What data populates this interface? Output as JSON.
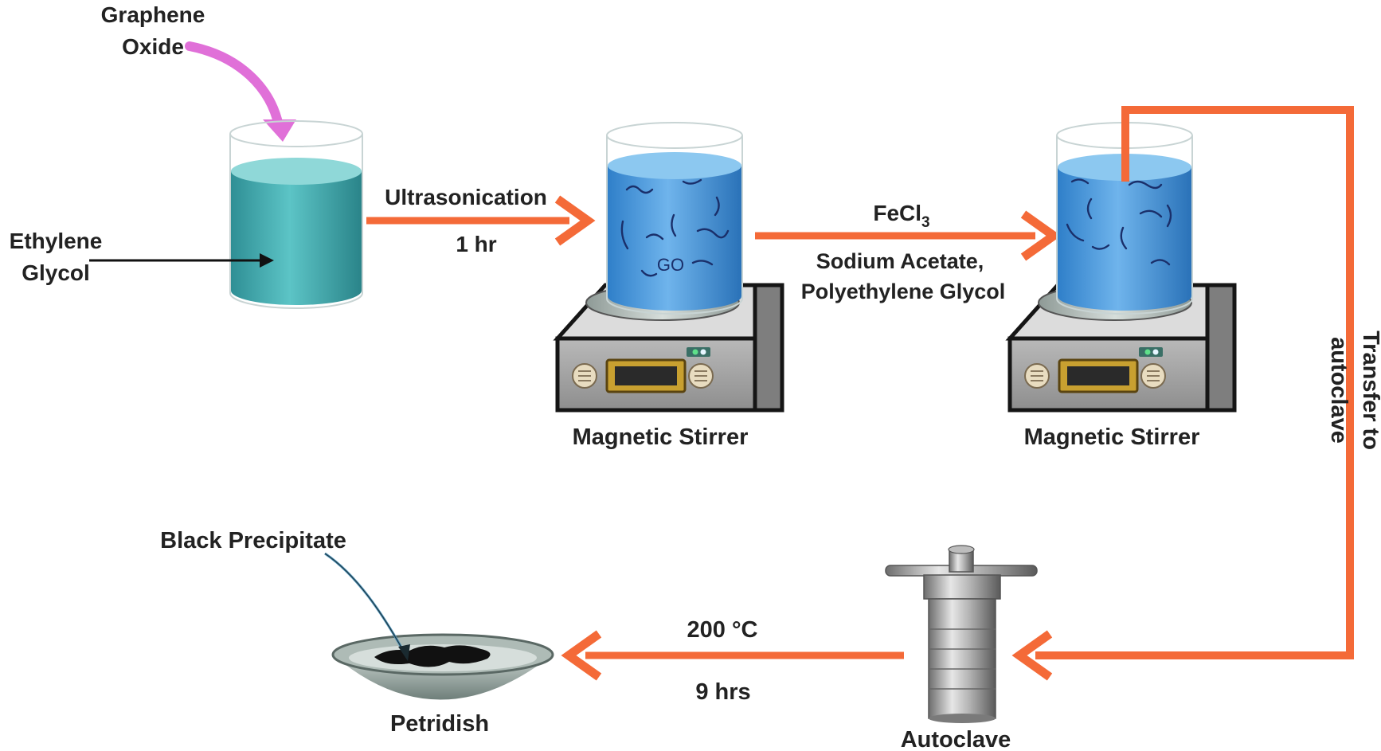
{
  "labels": {
    "graphene_oxide_line1": "Graphene",
    "graphene_oxide_line2": "Oxide",
    "ethylene_glycol_line1": "Ethylene",
    "ethylene_glycol_line2": "Glycol",
    "ultrasonication": "Ultrasonication",
    "ultrasonication_time": "1 hr",
    "beaker_content": "GO",
    "fecl3_main": "FeCl",
    "fecl3_sub": "3",
    "sodium_acetate": "Sodium Acetate,",
    "polyethylene_glycol": "Polyethylene Glycol",
    "magnetic_stirrer_1": "Magnetic Stirrer",
    "magnetic_stirrer_2": "Magnetic Stirrer",
    "transfer_line1": "Transfer to",
    "transfer_line2": "autoclave",
    "temperature": "200 °C",
    "duration": "9 hrs",
    "autoclave": "Autoclave",
    "black_precipitate": "Black Precipitate",
    "petridish": "Petridish"
  },
  "colors": {
    "process_arrow": "#f46a38",
    "graphene_arrow": "#e070d8",
    "pointer_arrow": "#111111",
    "precipitate_pointer": "#4a8fb5",
    "teal_liquid": "#3aa8ad",
    "blue_liquid": "#3a8fd6",
    "stirrer_body": "#a8a8a8",
    "precipitate": "#111111"
  }
}
